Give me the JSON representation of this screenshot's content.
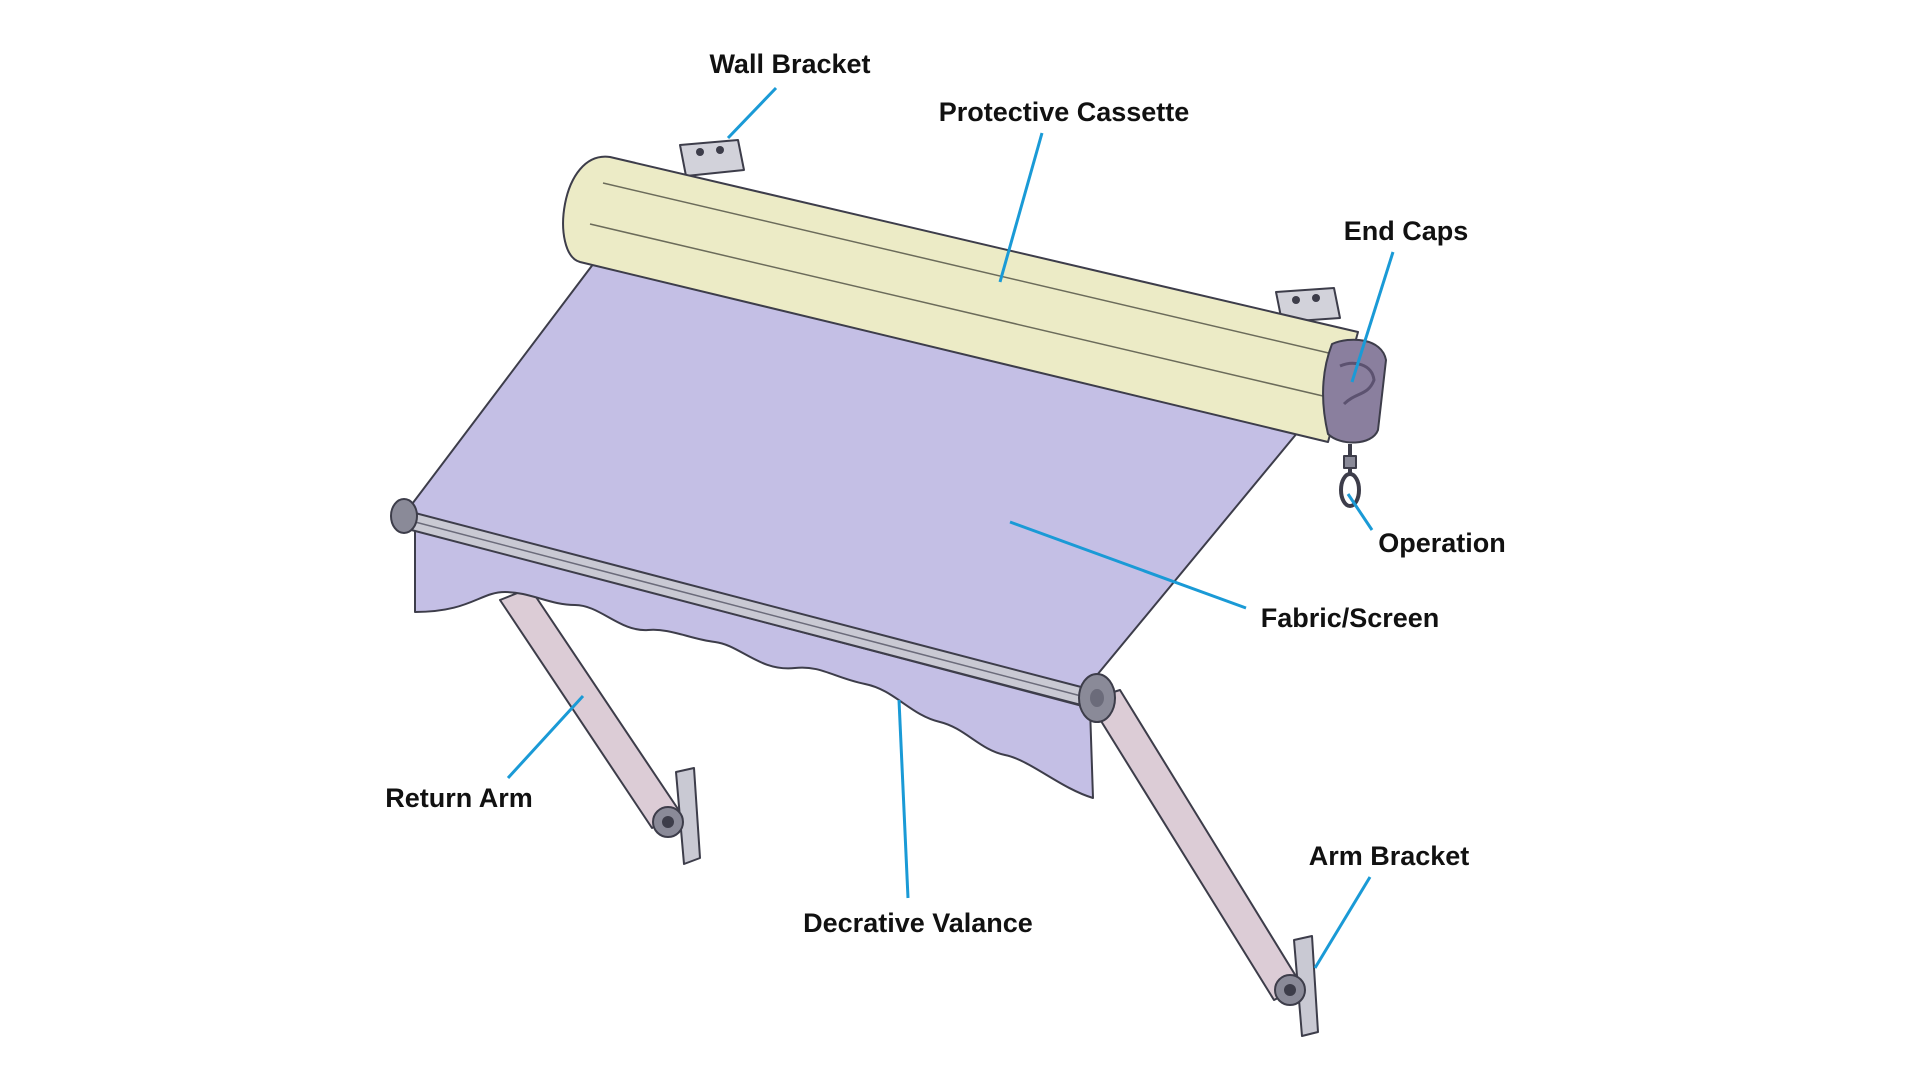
{
  "labels": {
    "wall_bracket": "Wall Bracket",
    "protective_cassette": "Protective Cassette",
    "end_caps": "End Caps",
    "operation": "Operation",
    "fabric_screen": "Fabric/Screen",
    "return_arm": "Return Arm",
    "decorative_valance": "Decrative Valance",
    "arm_bracket": "Arm Bracket"
  },
  "colors": {
    "leader_line": "#1a9ad6",
    "cassette": "#ecebc6",
    "fabric": "#c4bfe5",
    "arm": "#dcccd6",
    "end_cap": "#8a7f9e",
    "metal": "#c9c9d3",
    "outline": "#3d3d4a"
  }
}
